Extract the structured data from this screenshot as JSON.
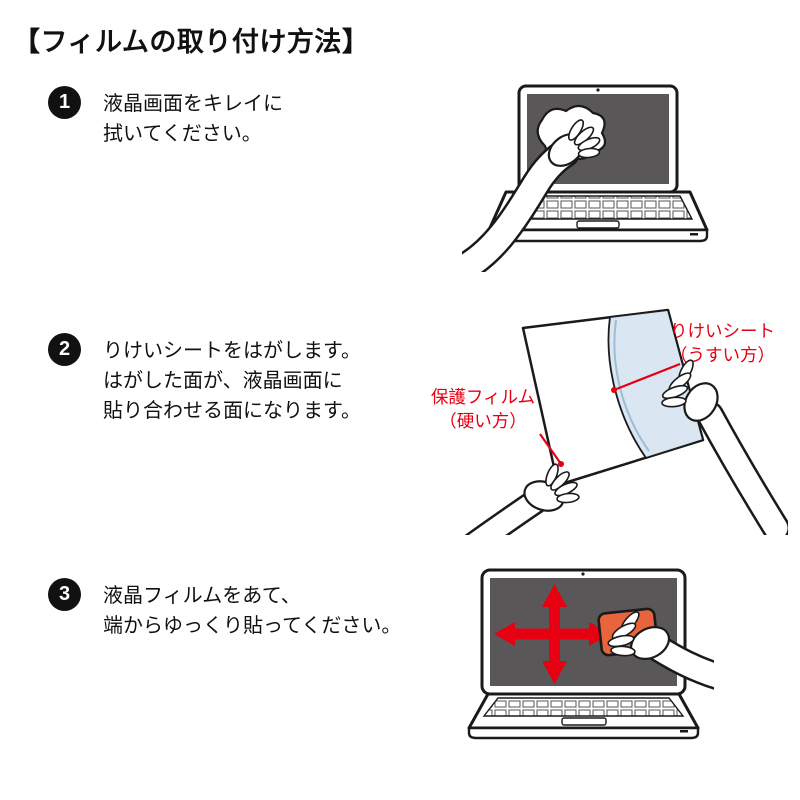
{
  "title": "【フィルムの取り付け方法】",
  "steps": [
    {
      "number": "1",
      "lines": [
        "液晶画面をキレイに",
        "拭いてください。"
      ]
    },
    {
      "number": "2",
      "lines": [
        "りけいシートをはがします。",
        "はがした面が、液晶画面に",
        "貼り合わせる面になります。"
      ]
    },
    {
      "number": "3",
      "lines": [
        "液晶フィルムをあて、",
        "端からゆっくり貼ってください。"
      ]
    }
  ],
  "callouts": {
    "release_sheet": {
      "lines": [
        "りけいシート",
        "（うすい方）"
      ]
    },
    "protective_film": {
      "lines": [
        "保護フィルム",
        "（硬い方）"
      ]
    }
  },
  "colors": {
    "accent_red": "#e60012",
    "screen_gray": "#595757",
    "squeegee_orange": "#e8643c",
    "film_blue": "#d7e4f0"
  }
}
